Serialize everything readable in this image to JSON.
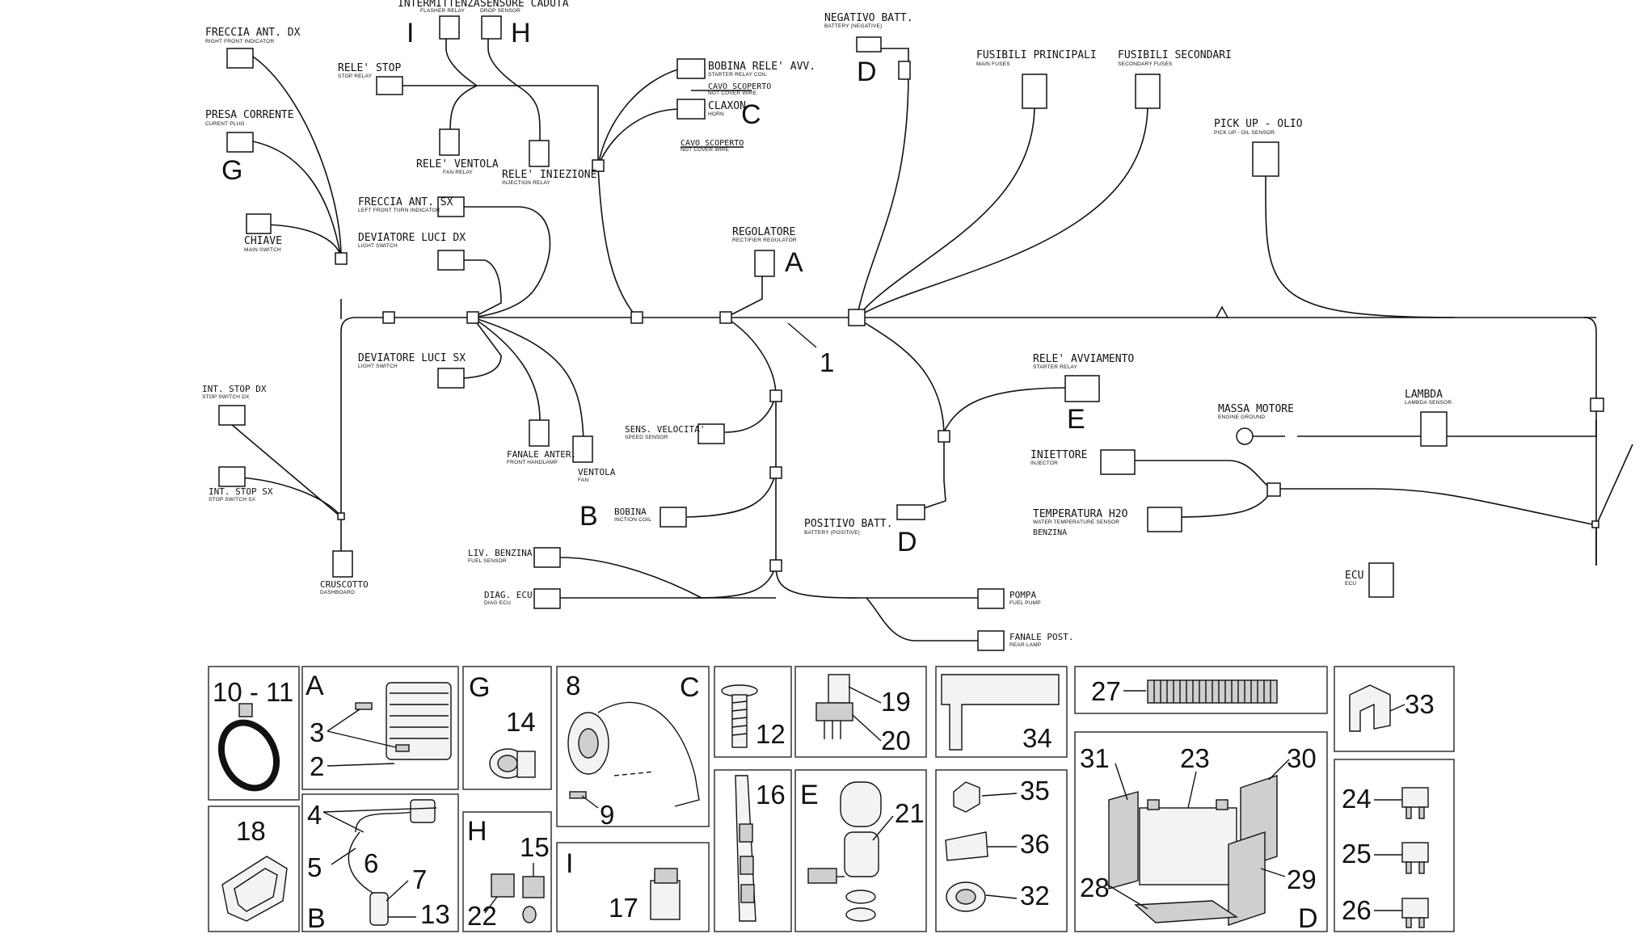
{
  "harness_label": "1",
  "components": {
    "freccia_ant_dx": {
      "label": "FRECCIA ANT. DX",
      "sub": "RIGHT FRONT INDICATOR"
    },
    "presa_corrente": {
      "label": "PRESA CORRENTE",
      "sub": "CURENT PLUG",
      "letter": "G"
    },
    "chiave": {
      "label": "CHIAVE",
      "sub": "MAIN SWITCH"
    },
    "intermittenza": {
      "label": "INTERMITTENZA",
      "sub": "FLASHER RELAY",
      "letter": "I"
    },
    "sensore_caduta": {
      "label": "SENSORE CADUTA",
      "sub": "DROP SENSOR",
      "letter": "H"
    },
    "rele_stop": {
      "label": "RELE' STOP",
      "sub": "STOP RELAY"
    },
    "rele_ventola": {
      "label": "RELE' VENTOLA",
      "sub": "FAN RELAY"
    },
    "rele_iniezione": {
      "label": "RELE' INIEZIONE",
      "sub": "INJECTION RELAY"
    },
    "bobina_rele_avv": {
      "label": "BOBINA RELE' AVV.",
      "sub": "STARTER RELAY COIL"
    },
    "cavo_scoperto_1": {
      "label": "CAVO SCOPERTO",
      "sub": "NOT COVER WIRE"
    },
    "claxon": {
      "label": "CLAXON",
      "sub": "HORN",
      "letter": "C"
    },
    "cavo_scoperto_2": {
      "label": "CAVO SCOPERTO",
      "sub": "NOT COVER WIRE"
    },
    "negativo_batt": {
      "label": "NEGATIVO BATT.",
      "sub": "BATTERY (NEGATIVE)",
      "letter": "D"
    },
    "fusibili_principali": {
      "label": "FUSIBILI PRINCIPALI",
      "sub": "MAIN FUSES"
    },
    "fusibili_secondari": {
      "label": "FUSIBILI SECONDARI",
      "sub": "SECONDARY FUSES"
    },
    "pick_up_olio": {
      "label": "PICK UP - OLIO",
      "sub": "PICK UP - OIL SENSOR"
    },
    "freccia_ant_sx": {
      "label": "FRECCIA ANT. SX",
      "sub": "LEFT FRONT TURN INDICATOR"
    },
    "deviatore_luci_dx": {
      "label": "DEVIATORE LUCI DX",
      "sub": "LIGHT SWITCH"
    },
    "regolatore": {
      "label": "REGOLATORE",
      "sub": "RECTIFIER REGULATOR",
      "letter": "A"
    },
    "deviatore_luci_sx": {
      "label": "DEVIATORE LUCI SX",
      "sub": "LIGHT SWITCH"
    },
    "rele_avviamento": {
      "label": "RELE' AVVIAMENTO",
      "sub": "STARTER RELAY",
      "letter": "E"
    },
    "lambda": {
      "label": "LAMBDA",
      "sub": "LAMBDA SENSOR"
    },
    "massa_motore": {
      "label": "MASSA MOTORE",
      "sub": "ENGINE GROUND"
    },
    "int_stop_dx": {
      "label": "INT. STOP DX",
      "sub": "STOP SWITCH DX"
    },
    "fanale_anter": {
      "label": "FANALE ANTER.",
      "sub": "FRONT HANDLAMP"
    },
    "ventola": {
      "label": "VENTOLA",
      "sub": "FAN"
    },
    "sens_velocita": {
      "label": "SENS. VELOCITA'",
      "sub": "SPEED SENSOR"
    },
    "iniettore": {
      "label": "INIETTORE",
      "sub": "INJECTOR"
    },
    "int_stop_sx": {
      "label": "INT. STOP SX",
      "sub": "STOP SWITCH SX"
    },
    "bobina": {
      "label": "BOBINA",
      "sub": "INCTION COIL",
      "letter": "B"
    },
    "positivo_batt": {
      "label": "POSITIVO BATT.",
      "sub": "BATTERY (POSITIVE)",
      "letter": "D"
    },
    "temperatura_h2o": {
      "label": "TEMPERATURA H2O",
      "sub": "WATER TEMPERATURE SENSOR",
      "extra": "BENZINA"
    },
    "ecu": {
      "label": "ECU",
      "sub": "ECU"
    },
    "cruscotto": {
      "label": "CRUSCOTTO",
      "sub": "DASHBOARD"
    },
    "liv_benzina": {
      "label": "LIV. BENZINA",
      "sub": "FUEL SENSOR"
    },
    "diag_ecu": {
      "label": "DIAG. ECU",
      "sub": "DIAG ECU"
    },
    "pompa": {
      "label": "POMPA",
      "sub": "FUEL PUMP"
    },
    "fanale_post": {
      "label": "FANALE POST.",
      "sub": "REAR LAMP"
    }
  },
  "panels": {
    "p10_11": {
      "num": "10 - 11"
    },
    "pA": {
      "letter": "A",
      "n1": "3",
      "n2": "2"
    },
    "pG": {
      "letter": "G",
      "n1": "14"
    },
    "pC": {
      "letter": "C",
      "n1": "8",
      "n2": "9"
    },
    "p12": {
      "n1": "12"
    },
    "p19_20": {
      "n1": "19",
      "n2": "20"
    },
    "p34": {
      "n1": "34"
    },
    "p27": {
      "n1": "27"
    },
    "p33": {
      "n1": "33"
    },
    "p18": {
      "n1": "18"
    },
    "pB": {
      "letter": "B",
      "n1": "4",
      "n2": "5",
      "n3": "6",
      "n4": "7",
      "n5": "13"
    },
    "pH": {
      "letter": "H",
      "n1": "15",
      "n2": "22"
    },
    "pI": {
      "letter": "I",
      "n1": "17"
    },
    "p16": {
      "n1": "16"
    },
    "pE": {
      "letter": "E",
      "n1": "21"
    },
    "p35_36_32": {
      "n1": "35",
      "n2": "36",
      "n3": "32"
    },
    "pD": {
      "letter": "D",
      "n1": "31",
      "n2": "23",
      "n3": "30",
      "n4": "28",
      "n5": "29"
    },
    "p24_26": {
      "n1": "24",
      "n2": "25",
      "n3": "26"
    }
  }
}
